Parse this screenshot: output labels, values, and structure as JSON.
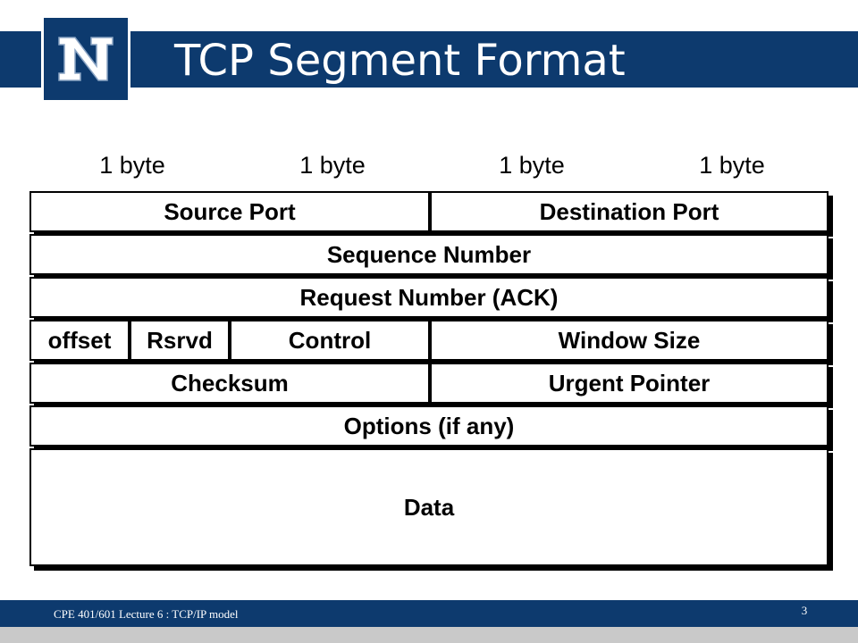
{
  "slide": {
    "title": "TCP Segment Format",
    "logo_letter": "N"
  },
  "byte_labels": [
    "1 byte",
    "1 byte",
    "1 byte",
    "1 byte"
  ],
  "fields": {
    "source_port": "Source Port",
    "destination_port": "Destination Port",
    "sequence_number": "Sequence Number",
    "request_number": "Request Number (ACK)",
    "offset": "offset",
    "reserved": "Rsrvd",
    "control": "Control",
    "window_size": "Window Size",
    "checksum": "Checksum",
    "urgent_pointer": "Urgent Pointer",
    "options": "Options (if any)",
    "data": "Data"
  },
  "footer": {
    "course": "CPE 401/601 Lecture 6 : TCP/IP model",
    "page_number": "3"
  },
  "colors": {
    "brand_blue": "#0d3a6e",
    "footer_gray": "#c9c9c9"
  }
}
